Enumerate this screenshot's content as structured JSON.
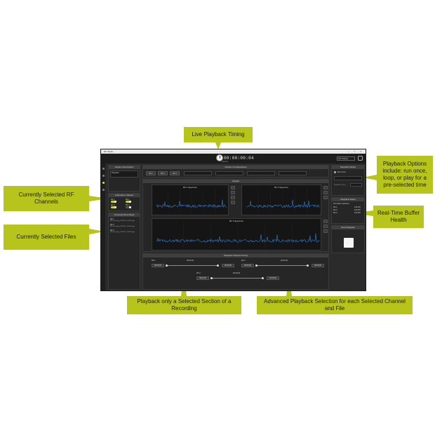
{
  "callouts": {
    "timing": "Live Playback Timing",
    "rf_channels": "Currently Selected RF Channels",
    "files": "Currently Selected Files",
    "options": "Playback Options include: run once, loop, or play for a pre-selected time",
    "buffer": "Real-Time Buffer Health",
    "section": "Playback only a Selected Section of a Recording",
    "advanced": "Advanced Playback Selection for each Selected Channel and File"
  },
  "app": {
    "title": "RF Studio",
    "timer": "00:00:00:04",
    "timer_sub": "elapsed",
    "device": "RTX Sidekiq",
    "window_controls": [
      "–",
      "□",
      "×"
    ]
  },
  "session": {
    "header": "Session Description",
    "value": "Playback"
  },
  "channels": {
    "header": "Channels to Stream",
    "items": [
      "RF 1",
      "RF 2",
      "RF 3",
      "RF 4"
    ]
  },
  "recordings": {
    "header": "Generate Recordings",
    "files": [
      "RF 1",
      "RF1_Recording_20181022_132218.sigmf",
      "RF 2",
      "RF2_Recording_20181022_132218.sigmf",
      "RF 3",
      "RF3_Recording_20181022_132218.sigmf"
    ]
  },
  "channel_config": {
    "header": "Channel Configurations",
    "tabs": [
      "RF 1",
      "RF 2",
      "RF 3"
    ]
  },
  "graphs": {
    "header": "Graphs",
    "chart_titles": [
      "RF 1 Spectrum",
      "RF 2 Spectrum",
      "RF 3 Spectrum"
    ]
  },
  "timing": {
    "header": "Playback Channel Timing",
    "rows": [
      {
        "label": "RF 1",
        "value": "00:00:00",
        "start": "00:00:00",
        "end": "00:00:00"
      },
      {
        "label": "RF 2",
        "value": "00:00:00",
        "start": "00:00:00",
        "end": "00:00:00"
      },
      {
        "label": "RF 3",
        "value": "00:00:00",
        "start": "00:00:00",
        "end": "00:00:00"
      }
    ]
  },
  "playback_modes": {
    "header": "Playback Modes",
    "option": "Run Once",
    "timed_label": "Duration (min)"
  },
  "playback_status": {
    "header": "Playback Status",
    "title": "RX buffer readiness",
    "rows": [
      {
        "label": "RF 1",
        "value": "100.0%"
      },
      {
        "label": "RF 2",
        "value": "100.0%"
      },
      {
        "label": "RF 3",
        "value": "100.0%"
      }
    ]
  },
  "stop": {
    "header": "Stop Playback"
  },
  "colors": {
    "callout": "#b6c41b",
    "trace": "#2f7fd6",
    "background": "#2b2b2b"
  }
}
